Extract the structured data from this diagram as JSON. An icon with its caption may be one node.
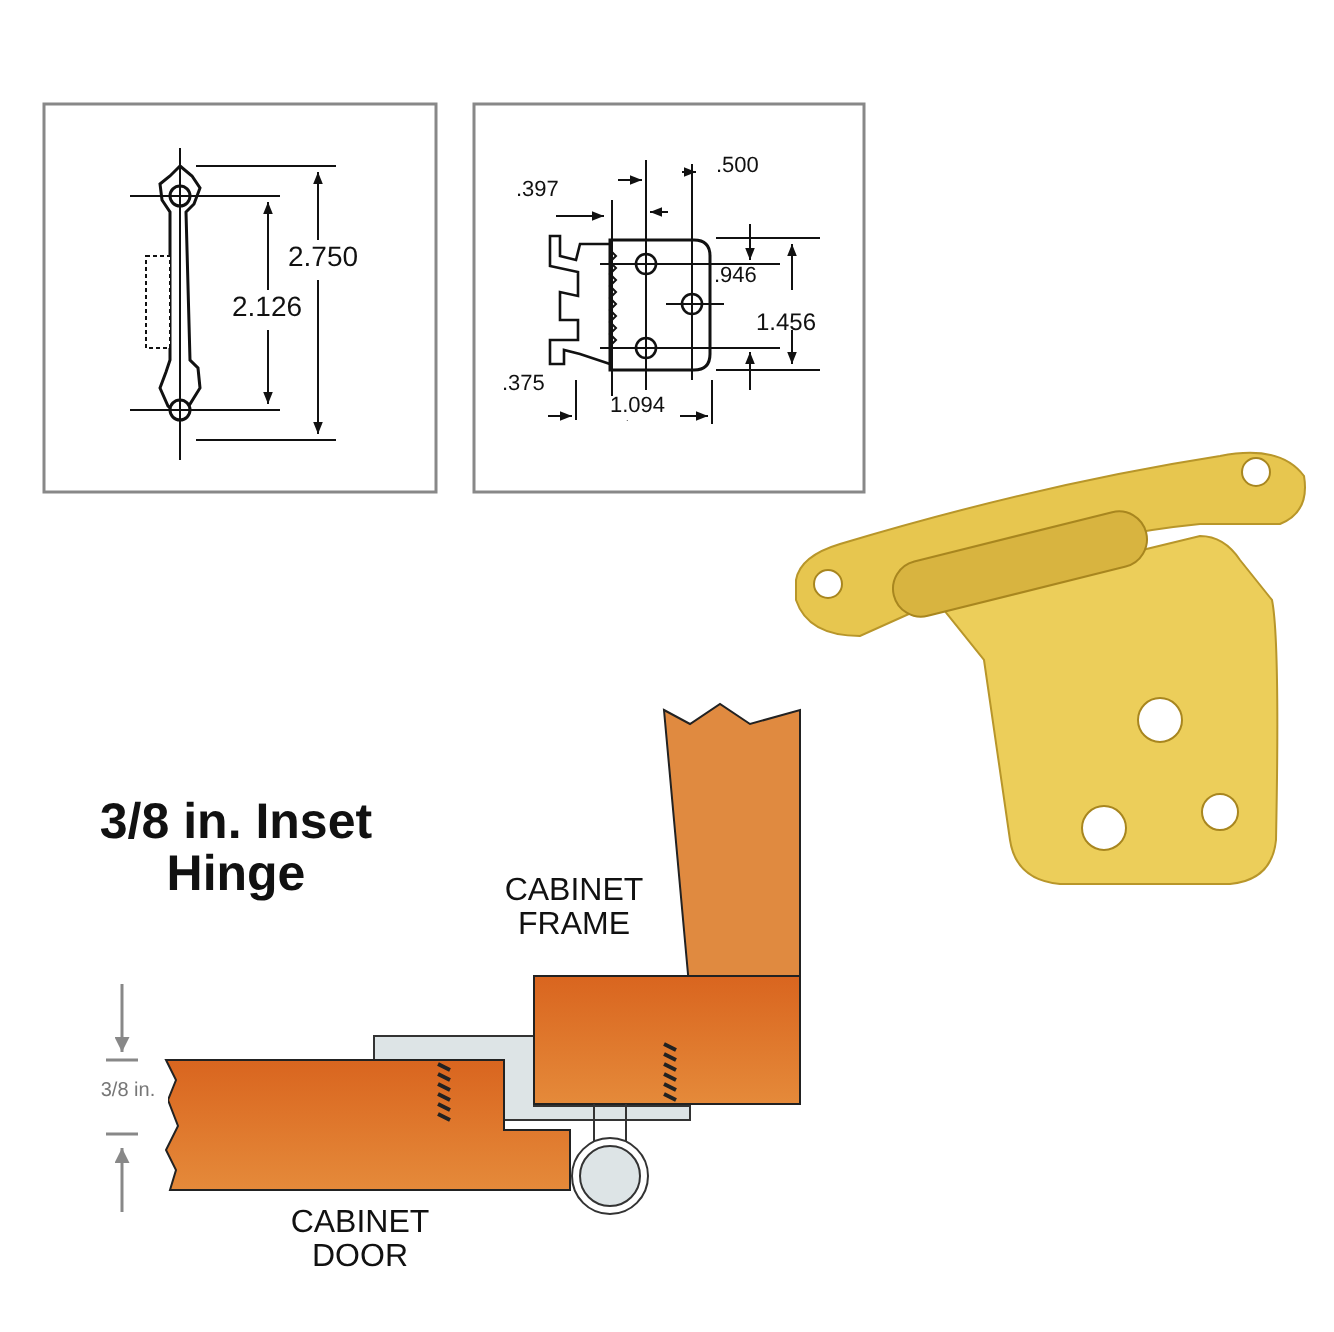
{
  "diagram": {
    "title": "3/8 in. Inset Hinge",
    "labels": [
      "2.750",
      "2.126",
      ".397",
      ".500",
      ".946",
      "1.456",
      ".375",
      "1.094",
      "CABINET FRAME",
      "3/8 in.",
      "CABINET DOOR"
    ]
  }
}
